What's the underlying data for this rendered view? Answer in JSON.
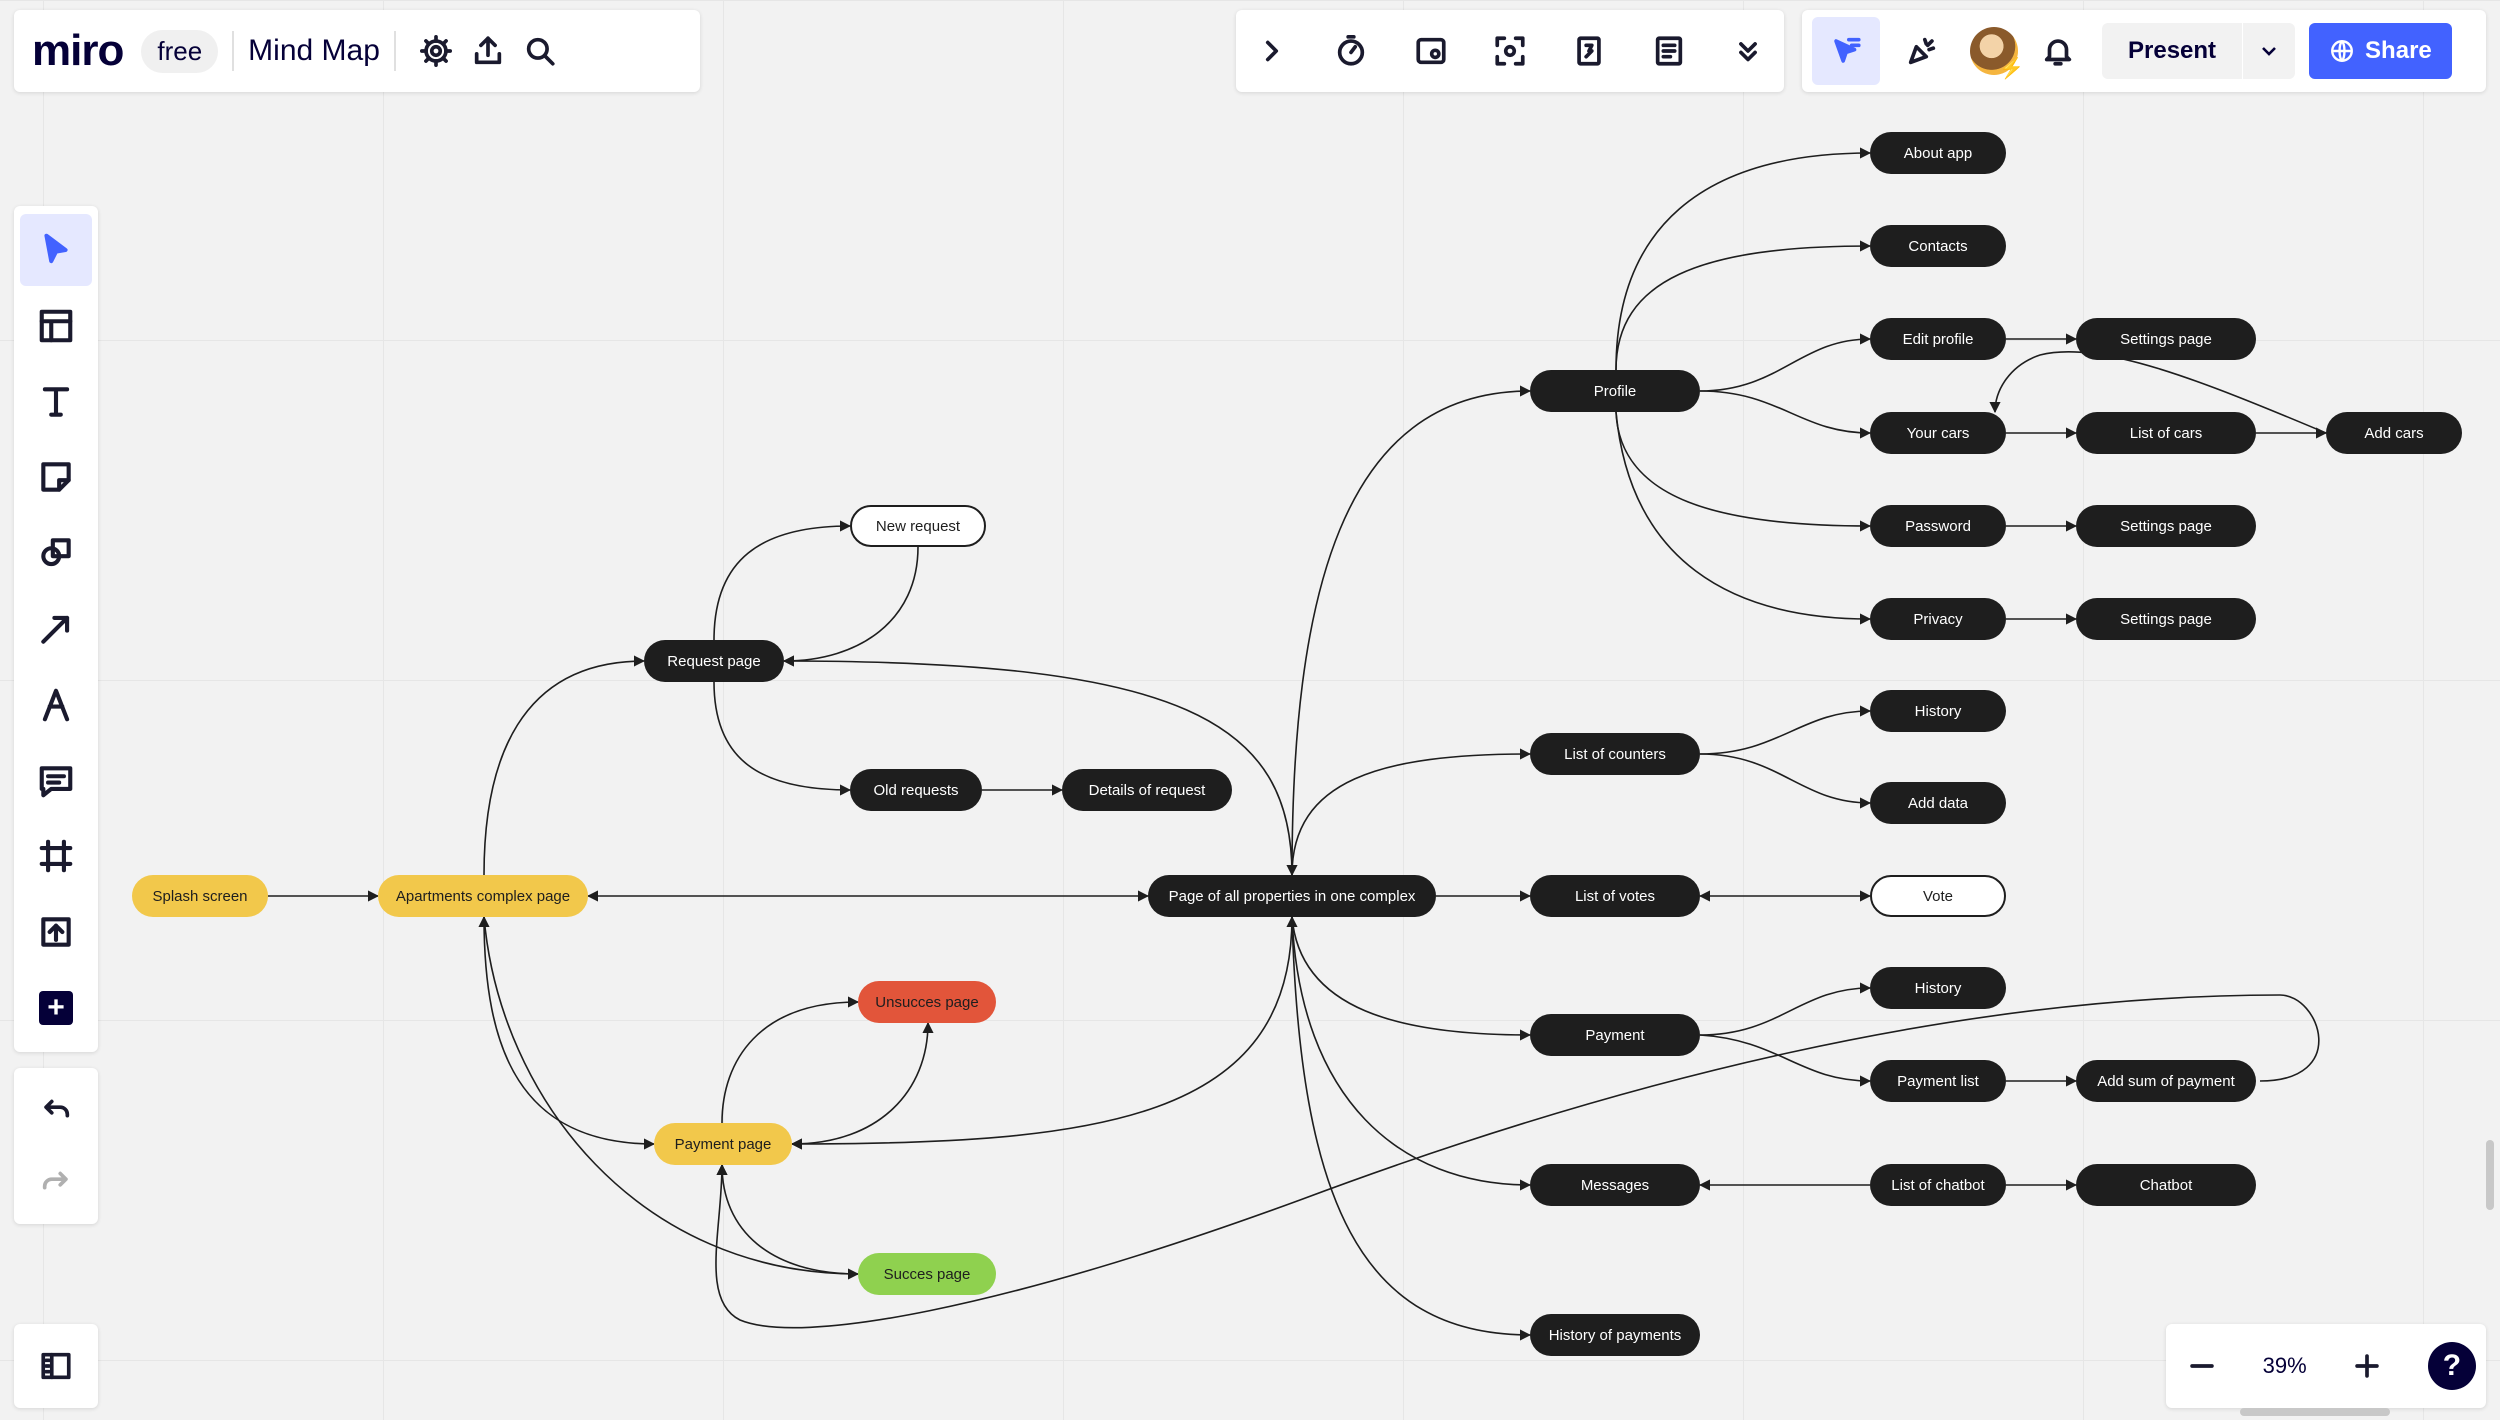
{
  "app": {
    "logo": "miro",
    "plan_badge": "free",
    "board_title": "Mind Map"
  },
  "topbar_icons": [
    "settings-icon",
    "export-icon",
    "search-icon"
  ],
  "collab_toolbar_icons": [
    "chevron-right-icon",
    "timer-icon",
    "voting-icon",
    "focus-icon",
    "card-icon",
    "notes-icon",
    "more-chevron-icon"
  ],
  "share_area": {
    "present_label": "Present",
    "share_label": "Share",
    "share_color": "#4262ff"
  },
  "left_toolbar": [
    "select-tool",
    "templates-tool",
    "text-tool",
    "sticky-note-tool",
    "shapes-tool",
    "connector-tool",
    "pen-tool",
    "comment-tool",
    "frame-tool",
    "upload-tool",
    "more-apps-tool",
    "undo",
    "redo"
  ],
  "zoom": {
    "level": "39%"
  },
  "colors": {
    "dark": "#1e1e1e",
    "yellow": "#f2c84b",
    "red": "#e2553a",
    "green": "#8fd14f",
    "accent": "#4262ff"
  },
  "mindmap": {
    "nodes": [
      {
        "id": "splash",
        "label": "Splash screen",
        "style": "yellow"
      },
      {
        "id": "apartments",
        "label": "Apartments complex page",
        "style": "yellow"
      },
      {
        "id": "request",
        "label": "Request page",
        "style": "dark"
      },
      {
        "id": "newreq",
        "label": "New request",
        "style": "white"
      },
      {
        "id": "oldreq",
        "label": "Old requests",
        "style": "dark"
      },
      {
        "id": "details",
        "label": "Details of request",
        "style": "dark"
      },
      {
        "id": "allprops",
        "label": "Page of all properties in one complex",
        "style": "dark"
      },
      {
        "id": "payment_page",
        "label": "Payment page",
        "style": "yellow"
      },
      {
        "id": "unsucces",
        "label": "Unsucces page",
        "style": "red"
      },
      {
        "id": "succes",
        "label": "Succes page",
        "style": "green"
      },
      {
        "id": "profile",
        "label": "Profile",
        "style": "dark"
      },
      {
        "id": "about",
        "label": "About app",
        "style": "dark"
      },
      {
        "id": "contacts",
        "label": "Contacts",
        "style": "dark"
      },
      {
        "id": "editprofile",
        "label": "Edit profile",
        "style": "dark"
      },
      {
        "id": "settings1",
        "label": "Settings page",
        "style": "dark"
      },
      {
        "id": "yourcars",
        "label": "Your cars",
        "style": "dark"
      },
      {
        "id": "listcars",
        "label": "List of cars",
        "style": "dark"
      },
      {
        "id": "addcars",
        "label": "Add cars",
        "style": "dark"
      },
      {
        "id": "password",
        "label": "Password",
        "style": "dark"
      },
      {
        "id": "settings2",
        "label": "Settings page",
        "style": "dark"
      },
      {
        "id": "privacy",
        "label": "Privacy",
        "style": "dark"
      },
      {
        "id": "settings3",
        "label": "Settings page",
        "style": "dark"
      },
      {
        "id": "counters",
        "label": "List of counters",
        "style": "dark"
      },
      {
        "id": "history1",
        "label": "History",
        "style": "dark"
      },
      {
        "id": "adddata",
        "label": "Add data",
        "style": "dark"
      },
      {
        "id": "votes",
        "label": "List of votes",
        "style": "dark"
      },
      {
        "id": "vote",
        "label": "Vote",
        "style": "white"
      },
      {
        "id": "payment",
        "label": "Payment",
        "style": "dark"
      },
      {
        "id": "history2",
        "label": "History",
        "style": "dark"
      },
      {
        "id": "paylist",
        "label": "Payment list",
        "style": "dark"
      },
      {
        "id": "addsum",
        "label": "Add sum of payment",
        "style": "dark"
      },
      {
        "id": "messages",
        "label": "Messages",
        "style": "dark"
      },
      {
        "id": "chatlist",
        "label": "List of chatbot",
        "style": "dark"
      },
      {
        "id": "chatbot",
        "label": "Chatbot",
        "style": "dark"
      },
      {
        "id": "histpay",
        "label": "History of payments",
        "style": "dark"
      }
    ]
  }
}
